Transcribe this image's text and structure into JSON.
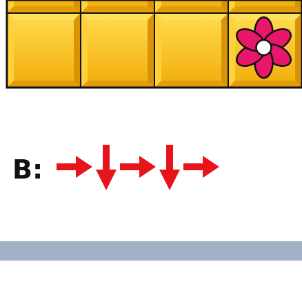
{
  "grid": {
    "rows": 2,
    "cols": 4,
    "visible_row_fraction_top": 0.35,
    "tile_color": "#f4b81a",
    "tile_highlight": "#ffe05a",
    "tile_shadow": "#d89407",
    "border_color": "#111111",
    "flower": {
      "row": 1,
      "col": 3,
      "petal_color": "#e8176b",
      "center_color": "#ffffff"
    }
  },
  "option": {
    "label": "B:",
    "arrow_color": "#e8141b",
    "moves": [
      "right",
      "down",
      "right",
      "down",
      "right"
    ]
  },
  "colors": {
    "bottom_bar": "#a3b2c7"
  }
}
